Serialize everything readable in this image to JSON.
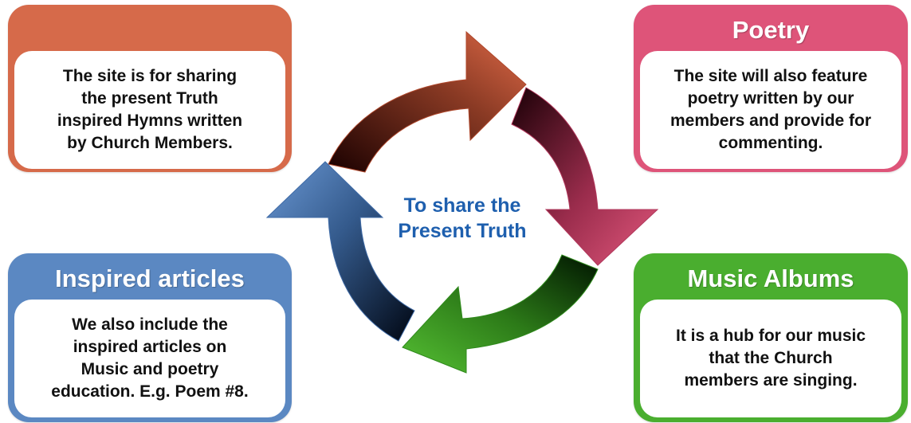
{
  "center": {
    "text_line1": "To share the",
    "text_line2": "Present Truth"
  },
  "cards": {
    "top_left": {
      "title": "",
      "lines": [
        "The site is for sharing",
        "the present Truth",
        "inspired Hymns written",
        "by Church Members."
      ]
    },
    "top_right": {
      "title": "Poetry",
      "lines": [
        "The site will also feature",
        "poetry written by our",
        "members and provide for",
        "commenting."
      ]
    },
    "bottom_left": {
      "title": "Inspired articles",
      "lines": [
        "We also include the",
        "inspired articles on",
        "Music and poetry",
        "education. E.g. Poem #8."
      ]
    },
    "bottom_right": {
      "title": "Music Albums",
      "lines": [
        "It is a hub for our music",
        "that the Church",
        "members are singing."
      ]
    }
  },
  "colors": {
    "orange": "#d66a4a",
    "pink": "#de5479",
    "blue": "#5b88c2",
    "green": "#4aae2f",
    "center_text": "#1e5fae"
  }
}
